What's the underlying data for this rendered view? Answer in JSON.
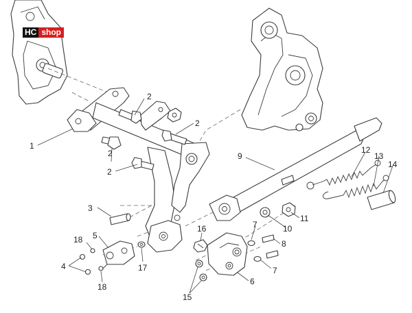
{
  "logo": {
    "hc": "HC",
    "shop": "shop"
  },
  "callouts": [
    "1",
    "2",
    "3",
    "4",
    "5",
    "6",
    "7",
    "8",
    "9",
    "10",
    "11",
    "12",
    "13",
    "14",
    "15",
    "16",
    "17",
    "18"
  ]
}
